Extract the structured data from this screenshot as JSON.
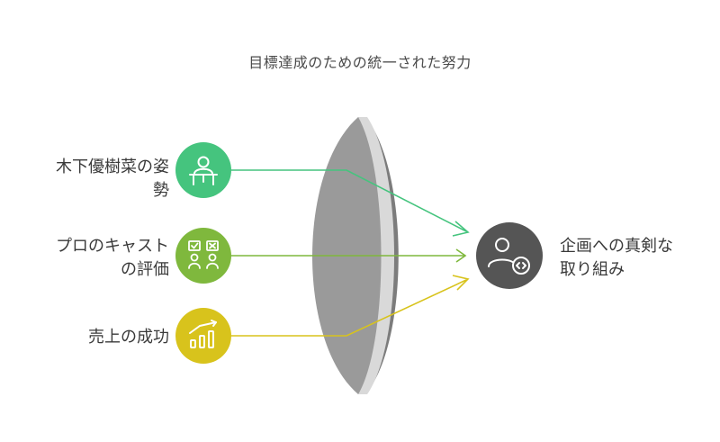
{
  "title": "目標達成のための統一された努力",
  "inputs": [
    {
      "line1": "木下優樹菜の姿",
      "line2": "勢",
      "icon": "presenter-icon",
      "color": "#45c47e"
    },
    {
      "line1": "プロのキャスト",
      "line2": "の評価",
      "icon": "evaluation-icon",
      "color": "#7fb83d"
    },
    {
      "line1": "売上の成功",
      "line2": "",
      "icon": "growth-chart-icon",
      "color": "#d8c31c"
    }
  ],
  "output": {
    "line1": "企画への真剣な",
    "line2": "取り組み",
    "icon": "user-code-icon",
    "color": "#555555"
  },
  "lens_color": "#9a9a9a"
}
